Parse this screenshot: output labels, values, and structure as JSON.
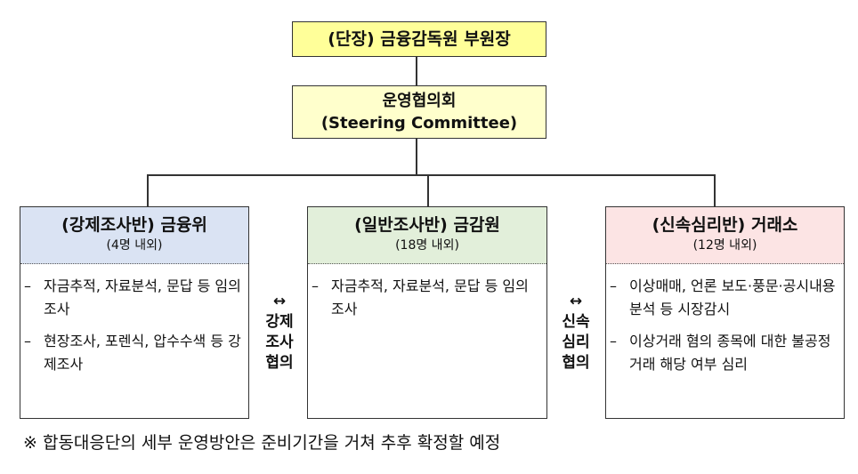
{
  "head": "(단장) 금융감독원 부원장",
  "committee": {
    "title": "운영협의회",
    "subtitle": "(Steering Committee)"
  },
  "units": [
    {
      "title": "(강제조사반) 금융위",
      "size": "(4명 내외)",
      "color": "#dae3f3",
      "items": [
        "자금추적, 자료분석, 문답 등 임의조사",
        "현장조사, 포렌식, 압수수색 등 강제조사"
      ]
    },
    {
      "title": "(일반조사반) 금감원",
      "size": "(18명 내외)",
      "color": "#e2efda",
      "items": [
        "자금추적, 자료분석, 문답 등 임의조사"
      ]
    },
    {
      "title": "(신속심리반) 거래소",
      "size": "(12명 내외)",
      "color": "#fce4e4",
      "items": [
        "이상매매, 언론 보도·풍문·공시내용 분석 등 시장감시",
        "이상거래 혐의 종목에 대한 불공정거래 해당 여부 심리"
      ]
    }
  ],
  "links": [
    {
      "arrow": "↔",
      "label": [
        "강제",
        "조사",
        "협의"
      ]
    },
    {
      "arrow": "↔",
      "label": [
        "신속",
        "심리",
        "협의"
      ]
    }
  ],
  "dash": "–",
  "footer": "※ 합동대응단의 세부 운영방안은 준비기간을 거쳐 추후 확정할 예정"
}
